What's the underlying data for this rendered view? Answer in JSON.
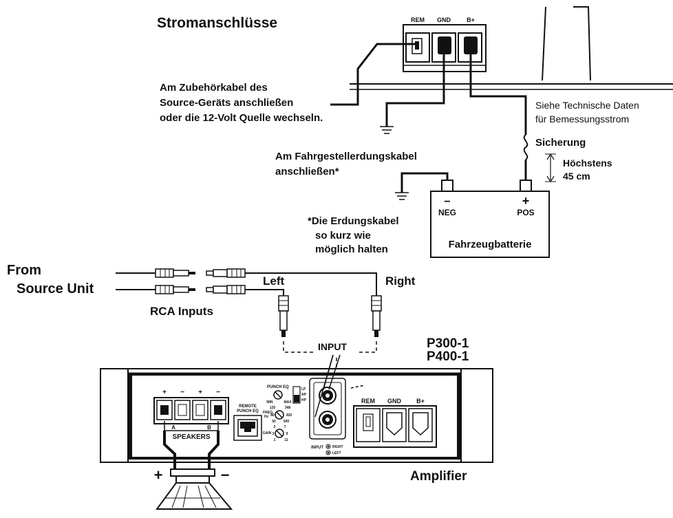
{
  "power": {
    "title": "Stromanschlüsse",
    "terminal_labels": [
      "REM",
      "GND",
      "B+"
    ],
    "remote_note": [
      "Am Zubehörkabel des",
      "Source-Geräts anschließen",
      "oder die 12-Volt Quelle wechseln."
    ],
    "chassis_note": [
      "Am Fahrgestellerdungskabel",
      "anschließen*"
    ],
    "ground_note": [
      "*Die Erdungskabel",
      "so kurz wie",
      "möglich halten"
    ],
    "fuse_note": [
      "Siehe Technische Daten",
      "für Bemessungsstrom"
    ],
    "fuse_label": "Sicherung",
    "max_distance": [
      "Höchstens",
      "45 cm"
    ],
    "battery": {
      "neg_sign": "−",
      "pos_sign": "+",
      "neg_label": "NEG",
      "pos_label": "POS",
      "name": "Fahrzeugbatterie"
    }
  },
  "rca": {
    "source_label": [
      "From",
      "Source Unit"
    ],
    "inputs_label": "RCA Inputs",
    "left_label": "Left",
    "right_label": "Right"
  },
  "amplifier": {
    "models": [
      "P300-1",
      "P400-1"
    ],
    "input_callout": "INPUT",
    "name": "Amplifier",
    "speaker_signs": [
      "+",
      "−",
      "+",
      "−"
    ],
    "speaker_ab": [
      "A",
      "B"
    ],
    "speakers_label": "SPEAKERS",
    "remote_eq_label": [
      "REMOTE",
      "PUNCH EQ"
    ],
    "punch_eq": {
      "label": "PUNCH EQ",
      "min": "MIN",
      "max": "MAX"
    },
    "filter_switch": [
      "LP",
      "AP",
      "HP"
    ],
    "freq": {
      "label": [
        "FREQ.",
        "Hz"
      ],
      "marks": [
        "125",
        "348",
        "80",
        "420",
        "50",
        "500"
      ]
    },
    "gain": {
      "label": "GAIN",
      "marks": [
        "5",
        "7",
        "3",
        "9",
        "1",
        "11"
      ]
    },
    "input_panel": {
      "label": "INPUT",
      "right": "RIGHT",
      "left": "LEFT"
    },
    "power_terminals": [
      "REM",
      "GND",
      "B+"
    ],
    "speaker_plus": "+",
    "speaker_minus": "−"
  }
}
